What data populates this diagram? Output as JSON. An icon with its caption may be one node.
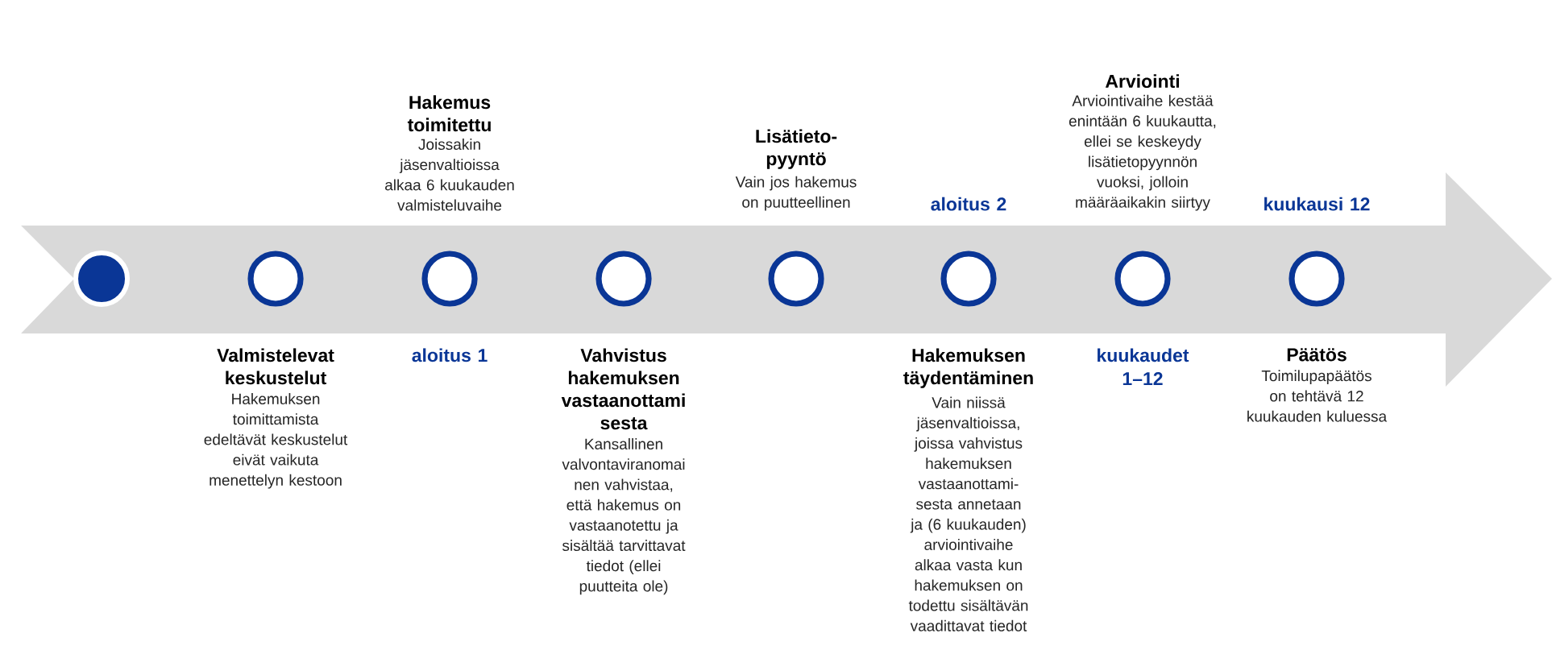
{
  "diagram": {
    "nodes": [
      {
        "text": [],
        "shape": "circle"
      },
      {
        "text": [],
        "shape": "circle",
        "beside": [
          "Valmistelevat keskustelut",
          "Hakemuksen toimittamista edeltävät keskustelut eivät vaikuta menettelyn kestoon"
        ]
      },
      {
        "text": [],
        "shape": "circle",
        "beside": [
          "Hakemus toimitettu",
          "Joissakin jäsenvaltioissa alkaa 6 kuukauden valmisteluvaihe",
          "aloitus 1"
        ]
      },
      {
        "text": [],
        "shape": "circle",
        "beside": [
          "Vahvistus hakemuksen vastaanottami sesta",
          "Kansallinen valvontaviranomai nen vahvistaa, että hakemus on vastaanotettu ja sisältää tarvittavat tiedot (ellei puutteita ole)"
        ]
      },
      {
        "text": [],
        "shape": "circle",
        "beside": [
          "Lisätieto-pyyntö",
          "Vain jos hakemus on puutteellinen"
        ]
      },
      {
        "text": [],
        "shape": "circle",
        "beside": [
          "aloitus 2",
          "Hakemuksen täydentäminen",
          "Vain niissä jäsenvaltioissa, joissa vahvistus hakemuksen vastaanottami-sesta annetaan ja (6 kuukauden) arviointivaihe alkaa vasta kun hakemuksen on todettu sisältävän vaadittavat tiedot"
        ]
      },
      {
        "text": [],
        "shape": "circle",
        "beside": [
          "Arviointi",
          "Arviointivaihe kestää enintään 6 kuukautta, ellei se keskeydy lisätietopyynnön vuoksi, jolloin määräaikakin siirtyy",
          "kuukaudet 1–12"
        ]
      },
      {
        "text": [],
        "shape": "circle",
        "beside": [
          "kuukausi 12",
          "Päätös",
          "Toimilupapäätös on tehtävä 12 kuukauden kuluessa"
        ]
      }
    ]
  }
}
